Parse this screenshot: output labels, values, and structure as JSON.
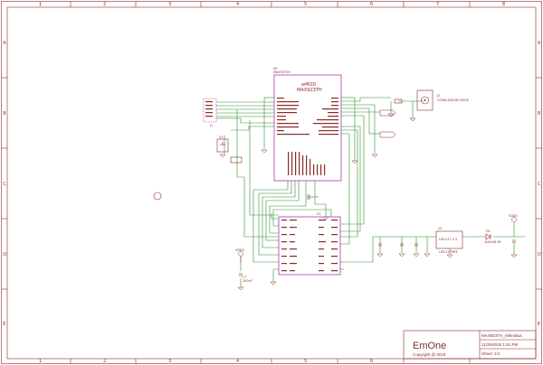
{
  "sheet": {
    "columns": [
      "1",
      "2",
      "3",
      "4",
      "5",
      "6",
      "7",
      "8"
    ],
    "rows": [
      "A",
      "B",
      "C",
      "D",
      "E"
    ]
  },
  "title_block": {
    "company": "EmOne",
    "copyright": "Copyright @ 2018",
    "title": "MAX9Z3TH_MikroBus",
    "date": "11/29/2018 1:51 PM",
    "sheet": "Sheet:  1/1"
  },
  "components": {
    "module": {
      "ref": "M1",
      "part": "MAX9Z3TH",
      "name": "wMOD",
      "value": "MAX9Z3TH"
    },
    "header": {
      "ref": "J1"
    },
    "button": {
      "ref": "S1"
    },
    "antenna": {
      "ref": "J2",
      "value": "CONN-SMA-RF-EDGE"
    },
    "mikrobus": {
      "ref": "X1"
    },
    "regulator": {
      "ref": "U1",
      "part": "LM1117-3.3",
      "value": "LM1117MPX"
    },
    "diode": {
      "ref": "D1",
      "value": "1N4148-MI"
    },
    "cap": {
      "ref": "C7",
      "value": "100nF"
    },
    "vcc_label": "VDD3"
  }
}
